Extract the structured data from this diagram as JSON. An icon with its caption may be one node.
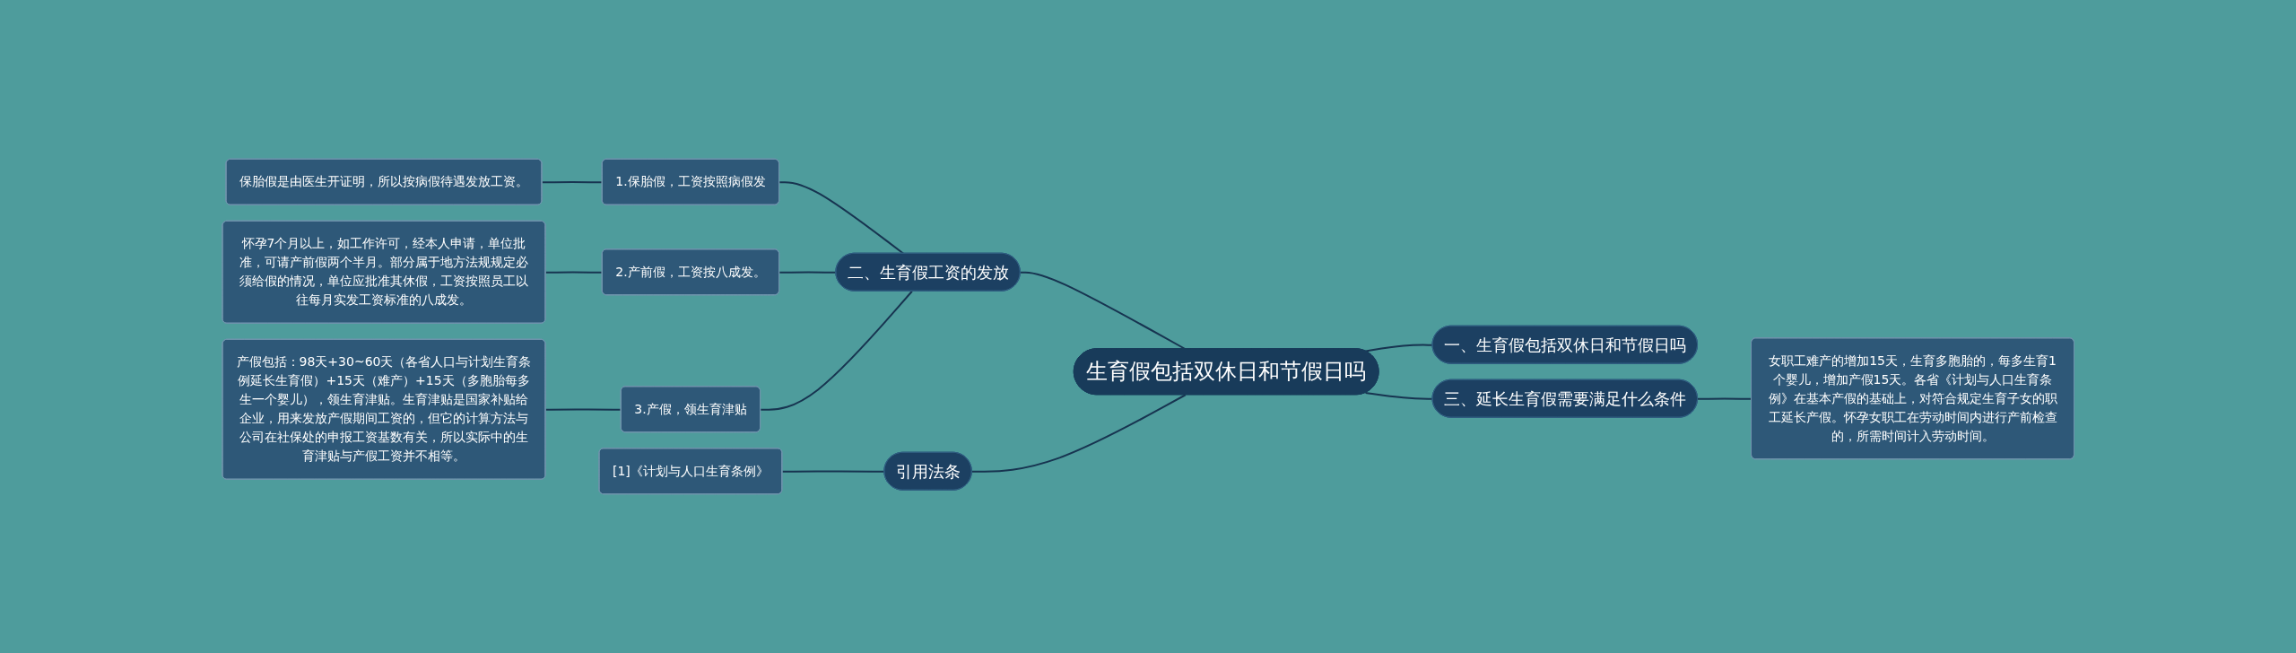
{
  "diagram": {
    "nodes": [
      {
        "text": [
          "生育假包括双休日和节假日吗"
        ]
      },
      {
        "text": [
          "二、生育假工资的发放"
        ]
      },
      {
        "text": [
          "1.保胎假，工资按照病假发"
        ]
      },
      {
        "text": [
          "保胎假是由医生开证明，所以按病假待遇发放工资。"
        ]
      },
      {
        "text": [
          "2.产前假，工资按八成发。"
        ]
      },
      {
        "text": [
          "怀孕7个月以上，如工作许可，经本人申请，单位批准，可请产前假两个半月。部分属于地方法规规定必须给假的情况，单位应批准其休假，工资按照员工以往每月实发工资标准的八成发。"
        ]
      },
      {
        "text": [
          "3.产假，领生育津贴"
        ]
      },
      {
        "text": [
          "产假包括：98天+30~60天（各省人口与计划生育条例延长生育假）+15天（难产）+15天（多胞胎每多生一个婴儿），领生育津贴。生育津贴是国家补贴给企业，用来发放产假期间工资的，但它的计算方法与公司在社保处的申报工资基数有关，所以实际中的生育津贴与产假工资并不相等。"
        ]
      },
      {
        "text": [
          "一、生育假包括双休日和节假日吗"
        ]
      },
      {
        "text": [
          "三、延长生育假需要满足什么条件"
        ]
      },
      {
        "text": [
          "女职工难产的增加15天，生育多胞胎的，每多生育1个婴儿，增加产假15天。各省《计划与人口生育条例》在基本产假的基础上，对符合规定生育子女的职工延长产假。怀孕女职工在劳动时间内进行产前检查的，所需时间计入劳动时间。"
        ]
      },
      {
        "text": [
          "引用法条"
        ]
      },
      {
        "text": [
          "[1]《计划与人口生育条例》"
        ]
      }
    ],
    "edges": [
      {
        "from": 1,
        "to": 0,
        "arrow": "none"
      },
      {
        "from": 2,
        "to": 1,
        "arrow": "none"
      },
      {
        "from": 3,
        "to": 2,
        "arrow": "none"
      },
      {
        "from": 4,
        "to": 1,
        "arrow": "none"
      },
      {
        "from": 5,
        "to": 4,
        "arrow": "none"
      },
      {
        "from": 6,
        "to": 1,
        "arrow": "none"
      },
      {
        "from": 7,
        "to": 6,
        "arrow": "none"
      },
      {
        "from": 0,
        "to": 8,
        "arrow": "none"
      },
      {
        "from": 0,
        "to": 9,
        "arrow": "none"
      },
      {
        "from": 9,
        "to": 10,
        "arrow": "none"
      },
      {
        "from": 11,
        "to": 0,
        "arrow": "none"
      },
      {
        "from": 12,
        "to": 11,
        "arrow": "none"
      }
    ]
  }
}
